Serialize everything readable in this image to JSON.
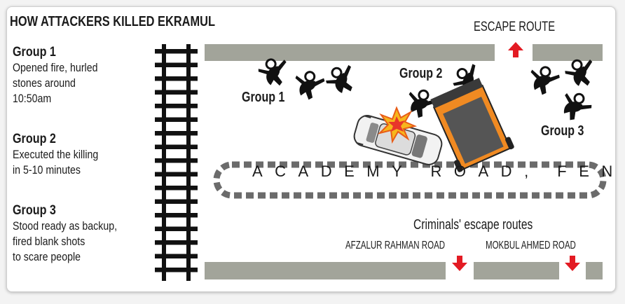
{
  "title": "HOW ATTACKERS KILLED EKRAMUL",
  "groups": [
    {
      "name": "Group 1",
      "description": "Opened fire, hurled\nstones around\n10:50am"
    },
    {
      "name": "Group 2",
      "description": "Executed the killing\nin 5-10 minutes"
    },
    {
      "name": "Group 3",
      "description": "Stood ready as backup,\nfired blank  shots\nto scare people"
    }
  ],
  "map_labels": {
    "escape_route": "ESCAPE ROUTE",
    "group1": "Group 1",
    "group2": "Group 2",
    "group3": "Group 3",
    "road_name": "ACADEMY ROAD, FENI",
    "criminals_escape": "Criminals' escape routes",
    "afzalur_road": "AFZALUR RAHMAN ROAD",
    "mokbul_road": "MOKBUL AHMED ROAD"
  },
  "icons": [
    "railway-track-icon",
    "attacker-figure-icon",
    "car-icon",
    "truck-icon",
    "explosion-icon",
    "arrow-up-icon",
    "arrow-down-icon"
  ],
  "colors": {
    "road_band": "#a2a49a",
    "arrow": "#e31b23",
    "truck_body": "#f08a22",
    "truck_bed": "#555555",
    "explosion": "#f7b61c",
    "road_dash": "#6b6b6b"
  }
}
